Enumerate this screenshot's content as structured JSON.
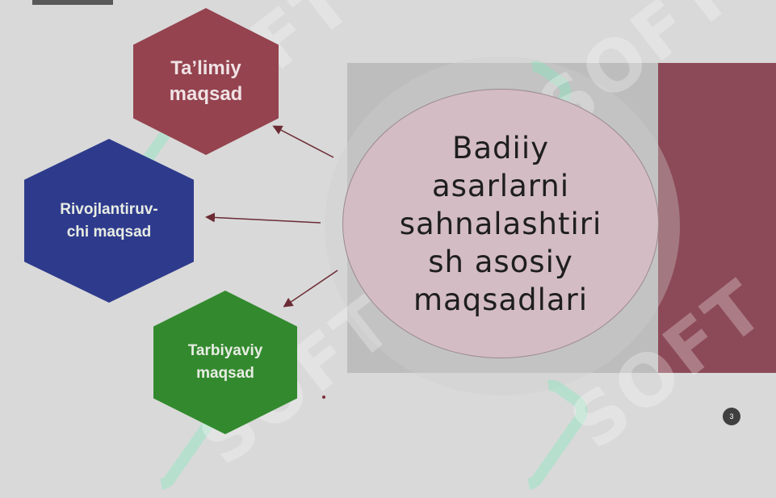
{
  "center": {
    "text": "Badiiy\nasarlarni\nsahnalashtiri\nsh  asosiy\nmaqsadlari"
  },
  "hexagons": [
    {
      "label": "Ta’limiy\nmaqsad",
      "color": "#94434f"
    },
    {
      "label": "Rivojlantiruv-\nchi maqsad",
      "color": "#2e3b8c"
    },
    {
      "label": "Tarbiyaviy\nmaqsad",
      "color": "#338a2e"
    }
  ],
  "page_number": "3",
  "watermark": {
    "text": "SOFT",
    "brand_color": "#78ebb9"
  },
  "colors": {
    "accent_red": "#8c4a58",
    "arrow": "#6b2b35",
    "background": "#d9d9d9"
  }
}
